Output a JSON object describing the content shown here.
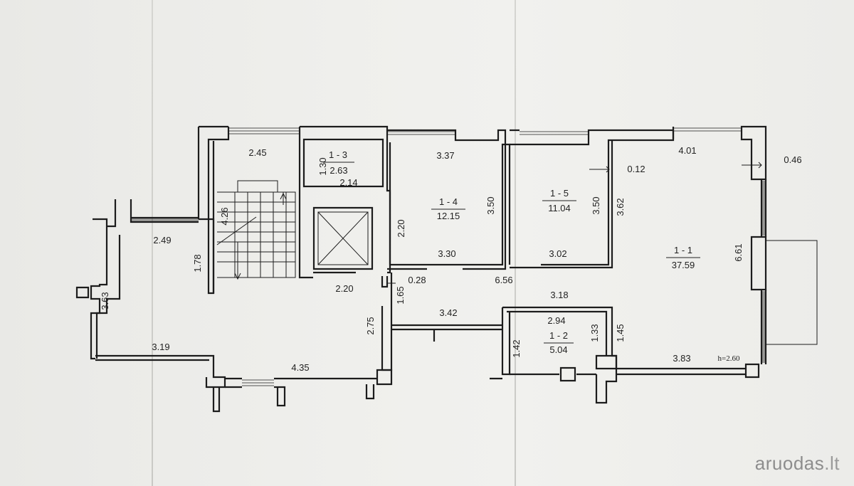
{
  "plan": {
    "rooms": [
      {
        "id": "1-1",
        "name": "1 - 1",
        "area": "37.59"
      },
      {
        "id": "1-2",
        "name": "1 - 2",
        "area": "5.04"
      },
      {
        "id": "1-3",
        "name": "1 - 3",
        "area": "2.63"
      },
      {
        "id": "1-4",
        "name": "1 - 4",
        "area": "12.15"
      },
      {
        "id": "1-5",
        "name": "1 - 5",
        "area": "11.04"
      }
    ],
    "dimensions": [
      {
        "id": "d-245",
        "text": "2.45"
      },
      {
        "id": "d-130",
        "text": "1.30"
      },
      {
        "id": "d-214",
        "text": "2.14"
      },
      {
        "id": "d-337",
        "text": "3.37"
      },
      {
        "id": "d-401",
        "text": "4.01"
      },
      {
        "id": "d-046",
        "text": "0.46"
      },
      {
        "id": "d-012",
        "text": "0.12"
      },
      {
        "id": "d-350a",
        "text": "3.50"
      },
      {
        "id": "d-350b",
        "text": "3.50"
      },
      {
        "id": "d-362",
        "text": "3.62"
      },
      {
        "id": "d-426",
        "text": "4.26"
      },
      {
        "id": "d-249",
        "text": "2.49"
      },
      {
        "id": "d-178",
        "text": "1.78"
      },
      {
        "id": "d-220a",
        "text": "2.20"
      },
      {
        "id": "d-330",
        "text": "3.30"
      },
      {
        "id": "d-302",
        "text": "3.02"
      },
      {
        "id": "d-661",
        "text": "6.61"
      },
      {
        "id": "d-656",
        "text": "6.56"
      },
      {
        "id": "d-028",
        "text": "0.28"
      },
      {
        "id": "d-220b",
        "text": "2.20"
      },
      {
        "id": "d-165",
        "text": "1.65"
      },
      {
        "id": "d-363",
        "text": "3.63"
      },
      {
        "id": "d-318",
        "text": "3.18"
      },
      {
        "id": "d-342",
        "text": "3.42"
      },
      {
        "id": "d-294",
        "text": "2.94"
      },
      {
        "id": "d-275",
        "text": "2.75"
      },
      {
        "id": "d-133",
        "text": "1.33"
      },
      {
        "id": "d-145",
        "text": "1.45"
      },
      {
        "id": "d-142",
        "text": "1.42"
      },
      {
        "id": "d-319",
        "text": "3.19"
      },
      {
        "id": "d-435",
        "text": "4.35"
      },
      {
        "id": "d-383",
        "text": "3.83"
      },
      {
        "id": "d-h260",
        "text": "h=2.60"
      }
    ]
  },
  "watermark": {
    "main": "aruodas",
    "tld": ".lt"
  }
}
